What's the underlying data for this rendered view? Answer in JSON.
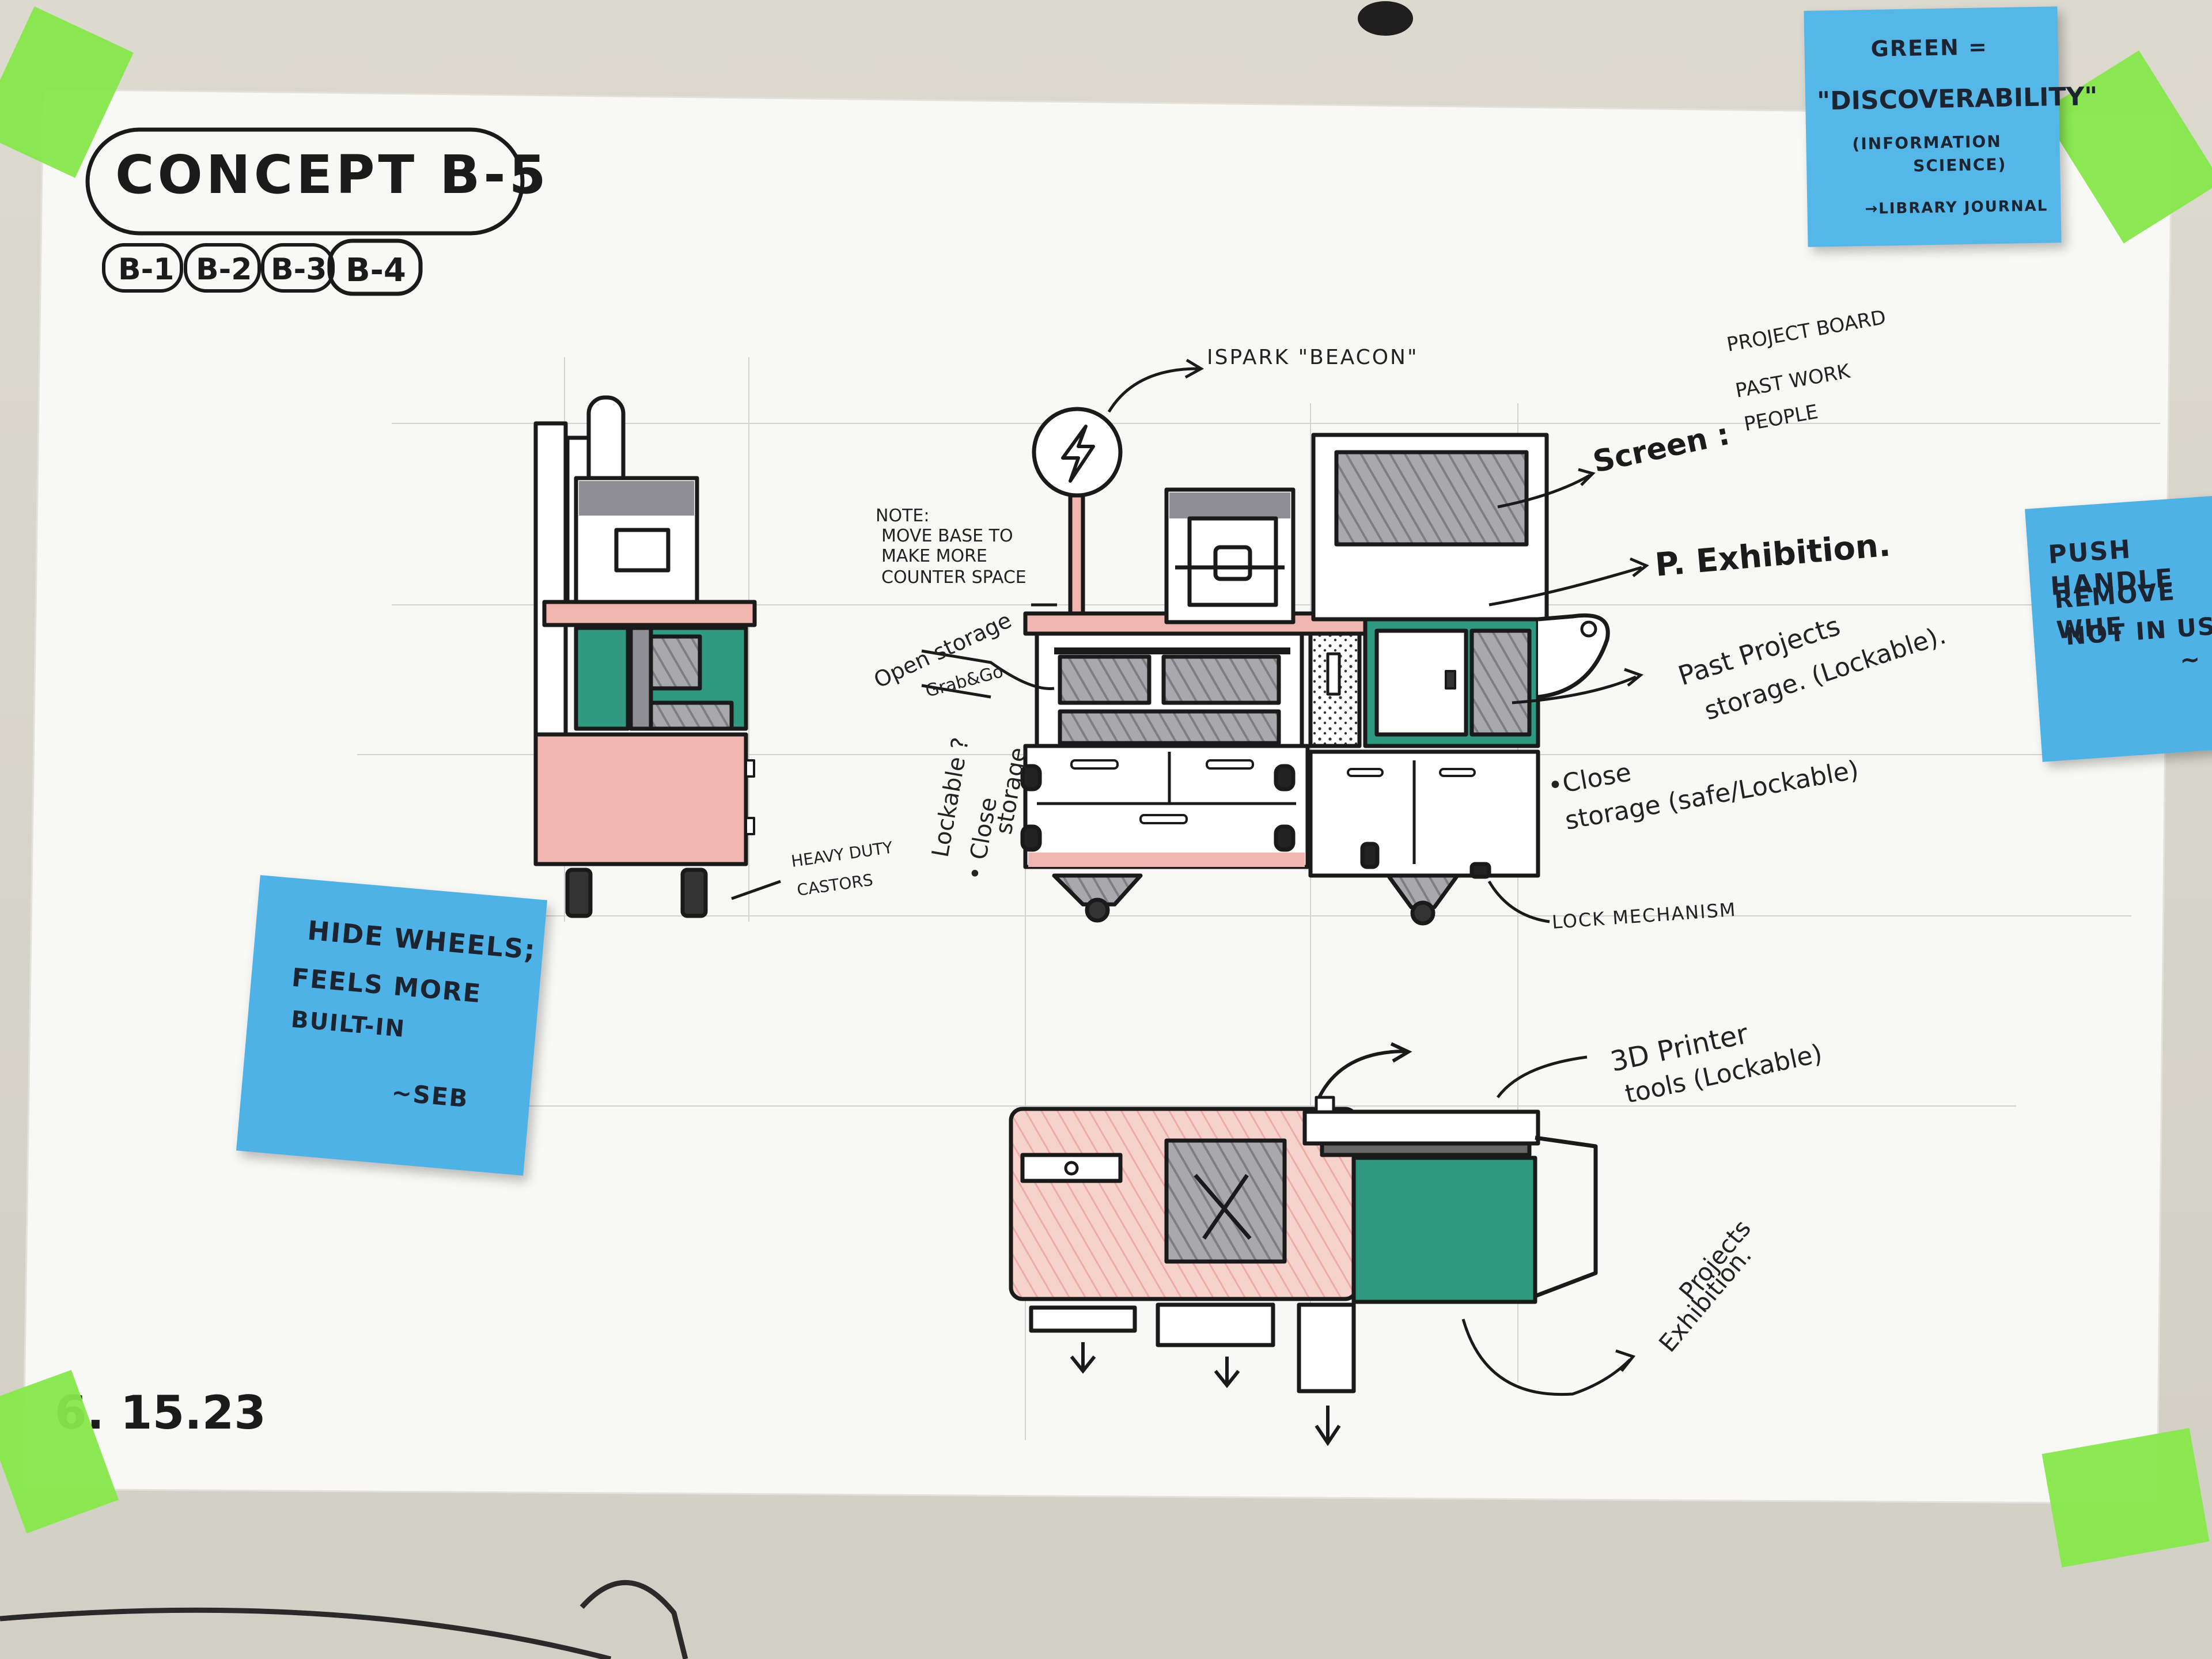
{
  "title": "CONCEPT B-5",
  "variants": [
    "B-1",
    "B-2",
    "B-3",
    "B-4"
  ],
  "date": "6. 15.23",
  "annotations": {
    "beacon": "ISPARK \"BEACON\"",
    "screen": "Screen :",
    "screen_items": [
      "PROJECT BOARD",
      "PAST WORK",
      "PEOPLE"
    ],
    "note": [
      "NOTE:",
      "MOVE BASE TO",
      "MAKE MORE",
      "COUNTER SPACE"
    ],
    "open_storage": [
      "Open storage",
      "Grab&Go"
    ],
    "exhibition": "P. Exhibition.",
    "past_projects": [
      "Past Projects",
      "storage. (Lockable)."
    ],
    "lockable_close": [
      "Lockable ?",
      "• Close",
      "storage"
    ],
    "close_storage": [
      "•Close",
      "storage (safe/Lockable)"
    ],
    "lock_mechanism": "LOCK MECHANISM",
    "heavy_duty": [
      "HEAVY DUTY",
      "CASTORS"
    ],
    "printer": [
      "3D Printer",
      "tools (Lockable)"
    ],
    "projects_exhibition": [
      "Projects",
      "Exhibition."
    ]
  },
  "stickies": {
    "top_right": [
      "GREEN =",
      "\"DISCOVERABILITY\"",
      "(INFORMATION",
      "SCIENCE)",
      "→LIBRARY JOURNAL"
    ],
    "right": [
      "PUSH HANDLE",
      "REMOVE WHE",
      "NOT IN USE",
      "~"
    ],
    "left": [
      "HIDE WHEELS;",
      "FEELS MORE",
      "BUILT-IN",
      "~SEB"
    ]
  },
  "colors": {
    "pink": "#f0b5ae",
    "green": "#2f9a80",
    "grey": "#8e8e94",
    "ink": "#1a1a1a",
    "sticky_blue": "#4fb2e6",
    "tape_green": "#86e84a"
  }
}
